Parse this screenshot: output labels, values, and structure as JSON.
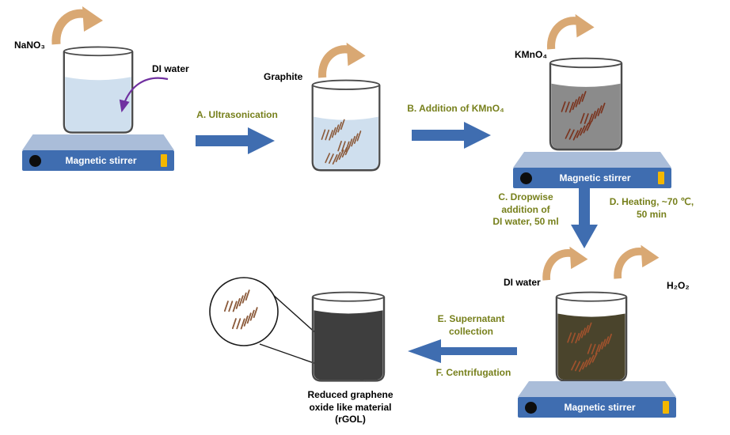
{
  "labels": {
    "nano3": "NaNO₃",
    "di_water_top": "DI water",
    "graphite": "Graphite",
    "kmno4": "KMnO₄",
    "di_water_bottom": "DI water",
    "h2o2": "H₂O₂",
    "stirrer": "Magnetic stirrer",
    "product": {
      "line1": "Reduced graphene",
      "line2": "oxide like material",
      "line3": "(rGOL)"
    }
  },
  "steps": {
    "a": "A. Ultrasonication",
    "b": "B. Addition of KMnO₄",
    "c": {
      "line1": "C. Dropwise",
      "line2": "addition of",
      "line3": "DI water, 50 ml"
    },
    "d": {
      "line1": "D. Heating,  ~70 ℃,",
      "line2": "50 min"
    },
    "e": {
      "line1": "E. Supernatant",
      "line2": "collection"
    },
    "f": "F. Centrifugation"
  },
  "colors": {
    "water": "#cfdfee",
    "kmno4_mix": "#8b8b8b",
    "reaction_mix": "#4a442c",
    "rgol_liquid": "#3e3e3e",
    "flake": "#8b5a3a",
    "flake_dark": "#7a3520",
    "flake_red": "#a0522d",
    "arrow_blue": "#3f6db0",
    "arrow_tan": "#d9a873",
    "step_text": "#77801c",
    "stirrer_top": "#aabdd9",
    "stirrer_front": "#3f6db0",
    "stirrer_button": "#f3b700",
    "di_water_arrow": "#7030a0",
    "glass_outline": "#4a4a4a"
  }
}
